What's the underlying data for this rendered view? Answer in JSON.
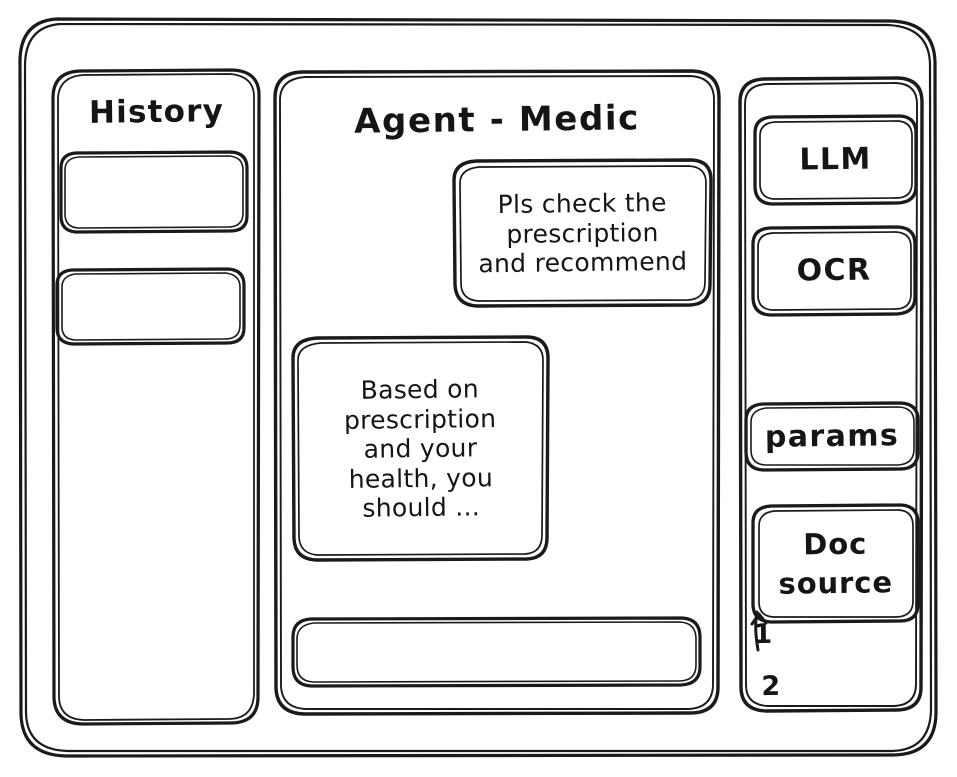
{
  "window": {
    "frame_name": "app-window-frame"
  },
  "sidebar": {
    "title": "History",
    "items": [
      {
        "label": "",
        "name": "history-item-1"
      },
      {
        "label": "",
        "name": "history-item-2"
      }
    ]
  },
  "main": {
    "title": "Agent - Medic",
    "messages": [
      {
        "role": "user",
        "text": "Pls check the prescription and recommend",
        "lines": [
          "Pls check the",
          "prescription",
          "and recommend"
        ]
      },
      {
        "role": "agent",
        "text": "Based on prescription and your health, you should ...",
        "lines": [
          "Based on",
          "prescription",
          "and your",
          "health, you",
          "should ..."
        ]
      }
    ],
    "composer": {
      "value": "",
      "placeholder": ""
    }
  },
  "right_panel": {
    "tools": [
      {
        "label": "LLM",
        "name": "tool-llm"
      },
      {
        "label": "OCR",
        "name": "tool-ocr"
      }
    ],
    "config": [
      {
        "label": "params",
        "name": "tool-params"
      }
    ],
    "doc_source": {
      "lines": [
        "Doc",
        "source"
      ],
      "label": "Doc source"
    },
    "source_list": [
      "1",
      "2"
    ]
  },
  "colors": {
    "stroke": "#1a1a1a",
    "background": "#ffffff"
  }
}
